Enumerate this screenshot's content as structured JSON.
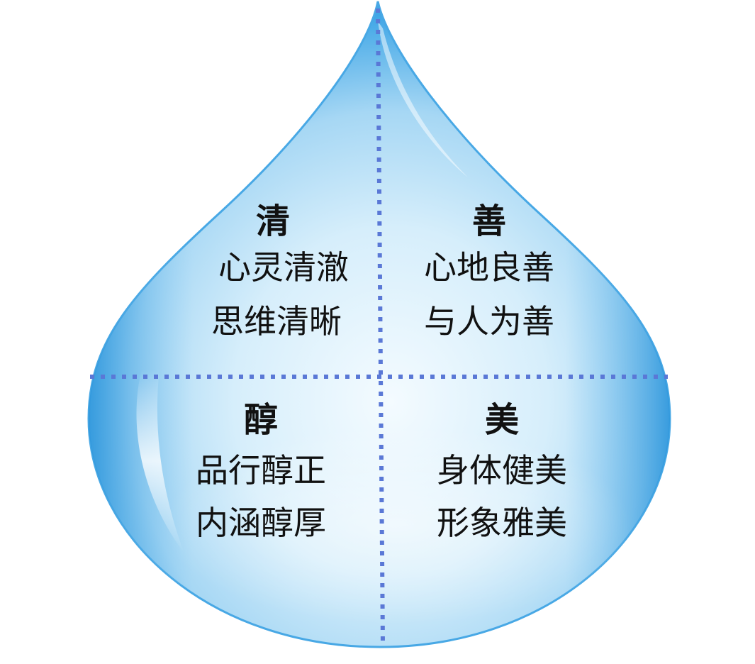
{
  "colors": {
    "drop_edge": "#3fa6e6",
    "drop_mid": "#9fd3f3",
    "drop_center": "#eaf6fd",
    "divider": "#5a78d6",
    "text": "#111111"
  },
  "quadrants": [
    {
      "id": "top-left",
      "title": "清",
      "lines": [
        "心灵清澈",
        "思维清晰"
      ]
    },
    {
      "id": "top-right",
      "title": "善",
      "lines": [
        "心地良善",
        "与人为善"
      ]
    },
    {
      "id": "bottom-left",
      "title": "醇",
      "lines": [
        "品行醇正",
        "内涵醇厚"
      ]
    },
    {
      "id": "bottom-right",
      "title": "美",
      "lines": [
        "身体健美",
        "形象雅美"
      ]
    }
  ]
}
